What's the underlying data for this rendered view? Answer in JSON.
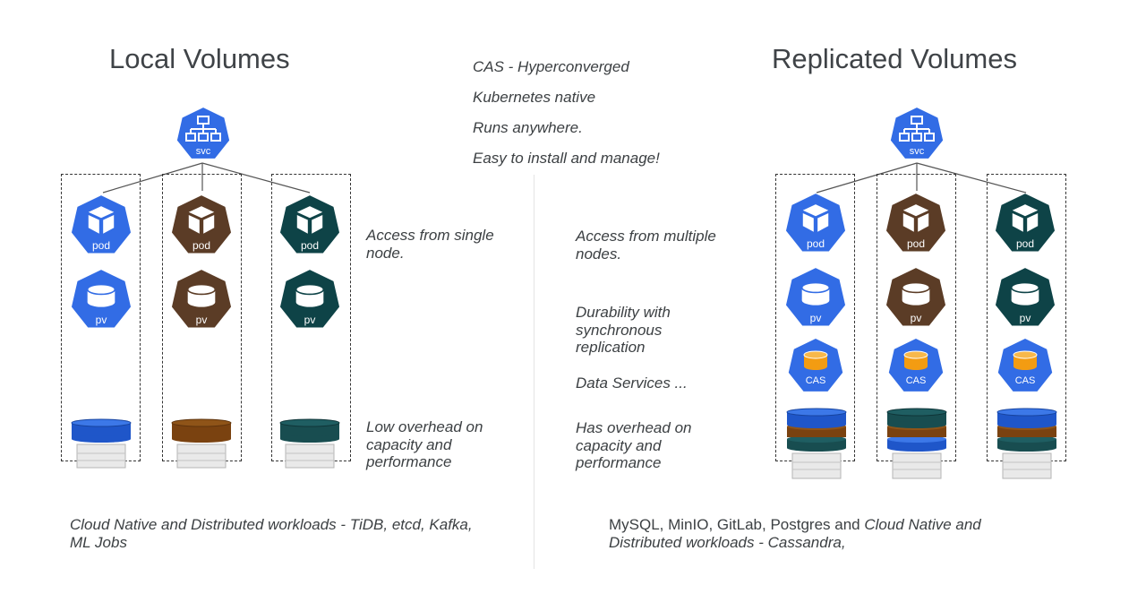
{
  "left_title": "Local Volumes",
  "right_title": "Replicated Volumes",
  "center_points": [
    "CAS - Hyperconverged",
    "Kubernetes native",
    "Runs anywhere.",
    "Easy to install and manage!"
  ],
  "svc_label": "svc",
  "pod_label": "pod",
  "pv_label": "pv",
  "cas_label": "CAS",
  "left_notes": {
    "access": [
      "Access from single",
      "node."
    ],
    "overhead": [
      "Low overhead on",
      "capacity and",
      "performance"
    ]
  },
  "right_notes": {
    "access": [
      "Access from multiple",
      "nodes."
    ],
    "durability": [
      "Durability with",
      "synchronous",
      "replication"
    ],
    "data_services": "Data Services ...",
    "overhead": [
      "Has overhead on",
      "capacity and",
      "performance"
    ]
  },
  "left_bottom": {
    "line1": "Cloud Native and Distributed workloads  - TiDB, etcd, Kafka,",
    "line2": "ML Jobs"
  },
  "right_bottom": {
    "line1_normal": "MySQL, MinIO, GitLab, Postgres and ",
    "line1_italic": "Cloud Native and",
    "line2": "Distributed workloads  - Cassandra,"
  },
  "colors": {
    "blue": "#326CE5",
    "brown": "#5B3C26",
    "teal": "#0E4347",
    "orange": "#F39C12",
    "dashed": "#333333"
  }
}
